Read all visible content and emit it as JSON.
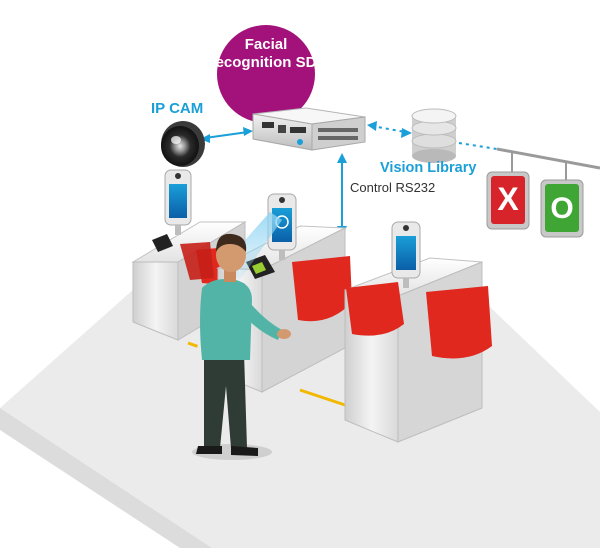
{
  "labels": {
    "sdk": "Facial Recognition SDK",
    "ip_cam": "IP CAM",
    "vision_library": "Vision Library",
    "control": "Control RS232"
  },
  "signals": {
    "deny": "X",
    "allow": "O"
  },
  "colors": {
    "sdk_circle": "#a3127a",
    "accent_blue": "#1a9fd8",
    "gate_flap": "#e0281e",
    "floor": "#ebebeb",
    "deny_sign": "#d7242b",
    "allow_sign": "#3fa535",
    "shirt": "#52b4a6"
  },
  "icons": [
    "ip-camera-icon",
    "embedded-pc-icon",
    "database-icon",
    "face-terminal-icon",
    "qr-scanner-icon",
    "deny-sign-icon",
    "allow-sign-icon"
  ]
}
